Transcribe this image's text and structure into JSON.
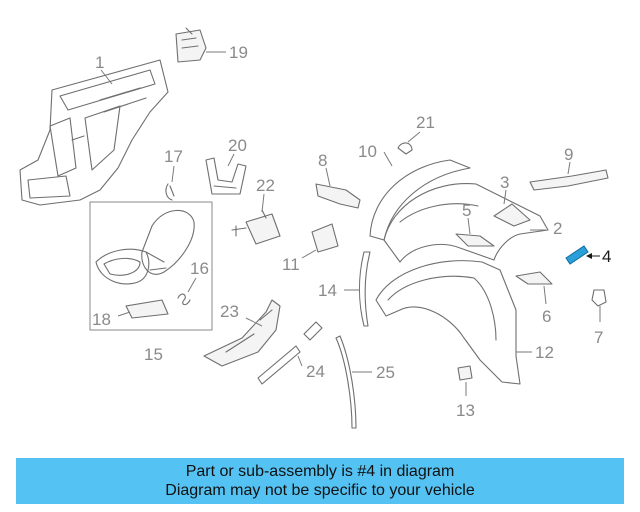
{
  "callouts": {
    "n1": "1",
    "n2": "2",
    "n3": "3",
    "n4": "4",
    "n5": "5",
    "n6": "6",
    "n7": "7",
    "n8": "8",
    "n9": "9",
    "n10": "10",
    "n11": "11",
    "n12": "12",
    "n13": "13",
    "n14": "14",
    "n15": "15",
    "n16": "16",
    "n17": "17",
    "n18": "18",
    "n19": "19",
    "n20": "20",
    "n21": "21",
    "n22": "22",
    "n23": "23",
    "n24": "24",
    "n25": "25"
  },
  "highlight": {
    "part_number": "4",
    "color": "#2a9fd8"
  },
  "banner": {
    "line1": "Part or sub-assembly is #4 in diagram",
    "line2": "Diagram may not be specific to your vehicle",
    "background": "#54c2f2"
  }
}
